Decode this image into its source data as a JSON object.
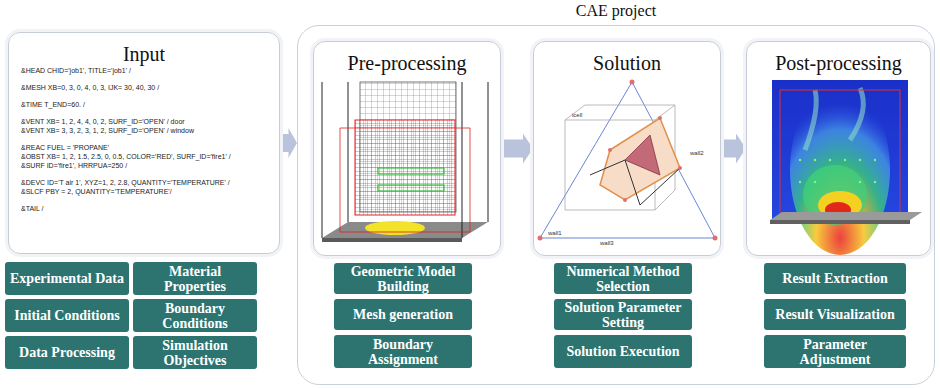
{
  "diagram": {
    "nodes": [
      {
        "text": [
          "Input",
          "&HEAD CHID='job1', TITLE='job1' /",
          "&MESH XB=0, 3, 0, 4, 0, 3, IJK= 30, 40, 30 /",
          "&TIME T_END=60. /",
          "&VENT XB= 1, 2, 4, 4, 0, 2, SURF_ID='OPEN' / door",
          "&VENT XB= 3, 3, 2, 3, 1, 2, SURF_ID='OPEN' / window",
          "&REAC FUEL = 'PROPANE'",
          "&OBST XB= 1, 2, 1.5, 2.5, 0, 0.5, COLOR='RED', SURF_ID='fire1' /",
          "&SURF ID='fire1', HRRPUA=250 /",
          "&DEVC ID='T air 1', XYZ=1, 2, 2.8, QUANTITY='TEMPERATURE' /",
          "&SLCF PBY = 2,  QUANTITY='TEMPERATURE'/",
          "&TAIL /"
        ]
      },
      {
        "text": [
          "Experimental Data"
        ]
      },
      {
        "text": [
          "Material Properties"
        ]
      },
      {
        "text": [
          "Initial Conditions"
        ]
      },
      {
        "text": [
          "Boundary Conditions"
        ]
      },
      {
        "text": [
          "Data Processing"
        ]
      },
      {
        "text": [
          "Simulation Objectives"
        ]
      },
      {
        "text": [
          "CAE project"
        ]
      },
      {
        "text": [
          "Pre-processing"
        ],
        "in": 7
      },
      {
        "text": [
          "Geometric Model Building"
        ],
        "in": 7
      },
      {
        "text": [
          "Mesh generation"
        ],
        "in": 7
      },
      {
        "text": [
          "Boundary Assignment"
        ],
        "in": 7
      },
      {
        "text": [
          "Solution"
        ],
        "in": 7
      },
      {
        "text": [
          "Numerical Method Selection"
        ],
        "in": 7
      },
      {
        "text": [
          "Solution Parameter Setting"
        ],
        "in": 7
      },
      {
        "text": [
          "Solution Execution"
        ],
        "in": 7
      },
      {
        "text": [
          "Post-processing"
        ],
        "in": 7
      },
      {
        "text": [
          "Result Extraction"
        ],
        "in": 7
      },
      {
        "text": [
          "Result Visualization"
        ],
        "in": 7
      },
      {
        "text": [
          "Parameter Adjustment"
        ],
        "in": 7
      }
    ],
    "edges": [
      {
        "from": 0,
        "to": 7,
        "arrow": "to"
      },
      {
        "from": 8,
        "to": 12,
        "arrow": "to"
      },
      {
        "from": 12,
        "to": 16,
        "arrow": "to"
      }
    ],
    "labels": [
      "wall1",
      "icell",
      "wall2",
      "wall3"
    ]
  }
}
